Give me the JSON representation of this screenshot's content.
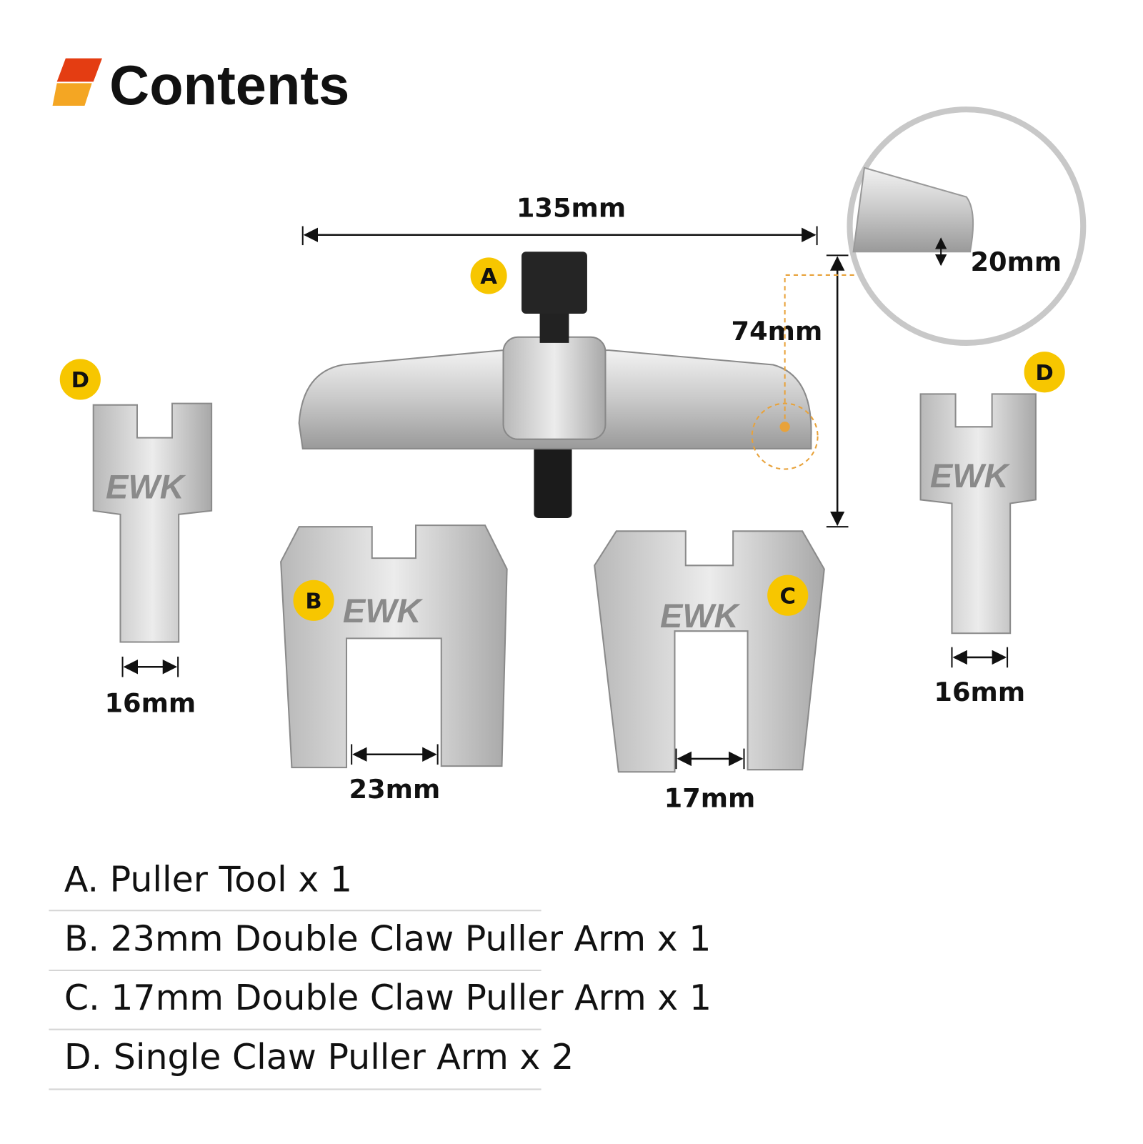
{
  "header": {
    "title": "Contents",
    "logo_colors": [
      "#E43D12",
      "#F4A623"
    ]
  },
  "dimensions": {
    "width_a": "135mm",
    "height_a": "74mm",
    "detail": "20mm",
    "d_left": "16mm",
    "b_gap": "23mm",
    "c_gap": "17mm",
    "d_right": "16mm"
  },
  "badges": {
    "a": "A",
    "b": "B",
    "c": "C",
    "d": "D"
  },
  "brand_mark": "EWK",
  "items": [
    {
      "label": "A. Puller Tool x 1"
    },
    {
      "label": "B. 23mm Double Claw Puller Arm x 1"
    },
    {
      "label": "C. 17mm Double Claw Puller Arm x 1"
    },
    {
      "label": "D. Single Claw Puller Arm x 2"
    }
  ],
  "colors": {
    "badge": "#F7C600",
    "accent_dash": "#E8A23A",
    "inset_ring": "#c8c8c8"
  }
}
